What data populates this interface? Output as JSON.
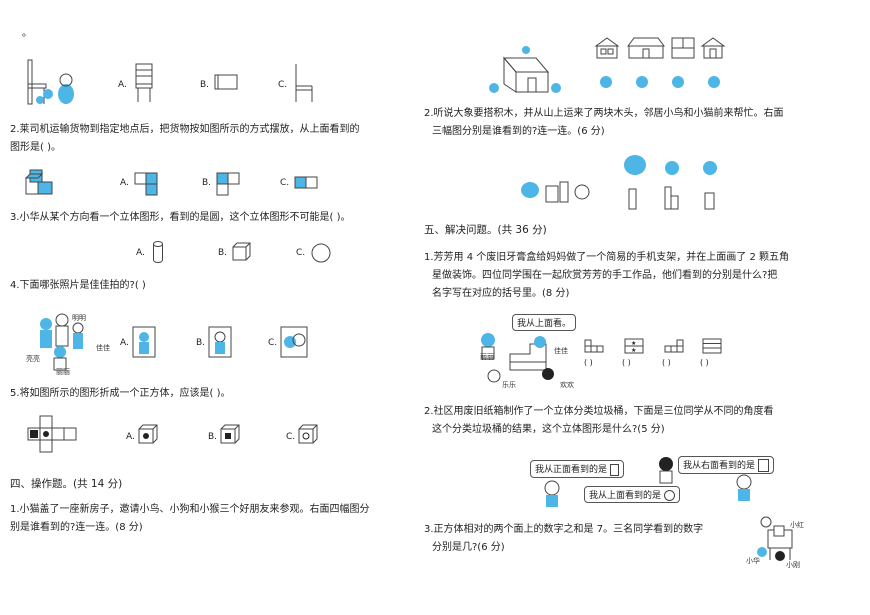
{
  "left": {
    "top_mark": "。",
    "q1_opts": [
      "A.",
      "B.",
      "C."
    ],
    "q2": {
      "line1": "2.莱司机运输货物到指定地点后，把货物按如图所示的方式摆放，从上面看到的",
      "line2": "图形是(    )。",
      "opts": [
        "A.",
        "B.",
        "C."
      ]
    },
    "q3": {
      "line1": "3.小华从某个方向看一个立体图形，看到的是圆，这个立体图形不可能是(    )。",
      "opts": [
        "A.",
        "B.",
        "C."
      ]
    },
    "q4": {
      "line1": "4.下面哪张照片是佳佳拍的?(      )",
      "names": [
        "明明",
        "佳佳",
        "亮亮",
        "丽丽"
      ],
      "opts": [
        "A.",
        "B.",
        "C."
      ]
    },
    "q5": {
      "line1": "5.将如图所示的图形折成一个正方体，应该是(      )。",
      "opts": [
        "A.",
        "B.",
        "C."
      ]
    },
    "sec4": "四、操作题。(共 14 分)",
    "q41": {
      "line1": "1.小猫盖了一座新房子，邀请小鸟、小狗和小猴三个好朋友来参观。右面四幅图分",
      "line2": "别是谁看到的?连一连。(8 分)"
    }
  },
  "right": {
    "q42": {
      "line1": "2.听说大象要搭积木，并从山上运来了两块木头，邻居小鸟和小猫前来帮忙。右面",
      "line2": "三幅图分别是谁看到的?连一连。(6 分)"
    },
    "sec5": "五、解决问题。(共 36 分)",
    "q51": {
      "line1": "1.芳芳用 4 个废旧牙膏盒给妈妈做了一个简易的手机支架，并在上面画了 2 颗五角",
      "line2": "星做装饰。四位同学围在一起欣赏芳芳的手工作品，他们看到的分别是什么?把",
      "line3": "名字写在对应的括号里。(8 分)",
      "bubble": "我从上面看。",
      "names": [
        "丽丽",
        "佳佳",
        "乐乐",
        "欢欢"
      ],
      "parens": [
        "(    )",
        "(    )",
        "(    )",
        "(    )"
      ]
    },
    "q52": {
      "line1": "2.社区用废旧纸箱制作了一个立体分类垃圾桶，下面是三位同学从不同的角度看",
      "line2": "这个分类垃圾桶的结果，这个立体图形是什么?(5 分)",
      "bubble_front": "我从正面看到的是",
      "bubble_right": "我从右面看到的是",
      "bubble_top": "我从上面看到的是"
    },
    "q53": {
      "line1": "3.正方体相对的两个面上的数字之和是 7。三名同学看到的数字",
      "line2": "分别是几?(6 分)",
      "names": [
        "小红",
        "小华",
        "小刚"
      ]
    }
  },
  "colors": {
    "accent_blue": "#4db6e6",
    "line": "#444444"
  }
}
